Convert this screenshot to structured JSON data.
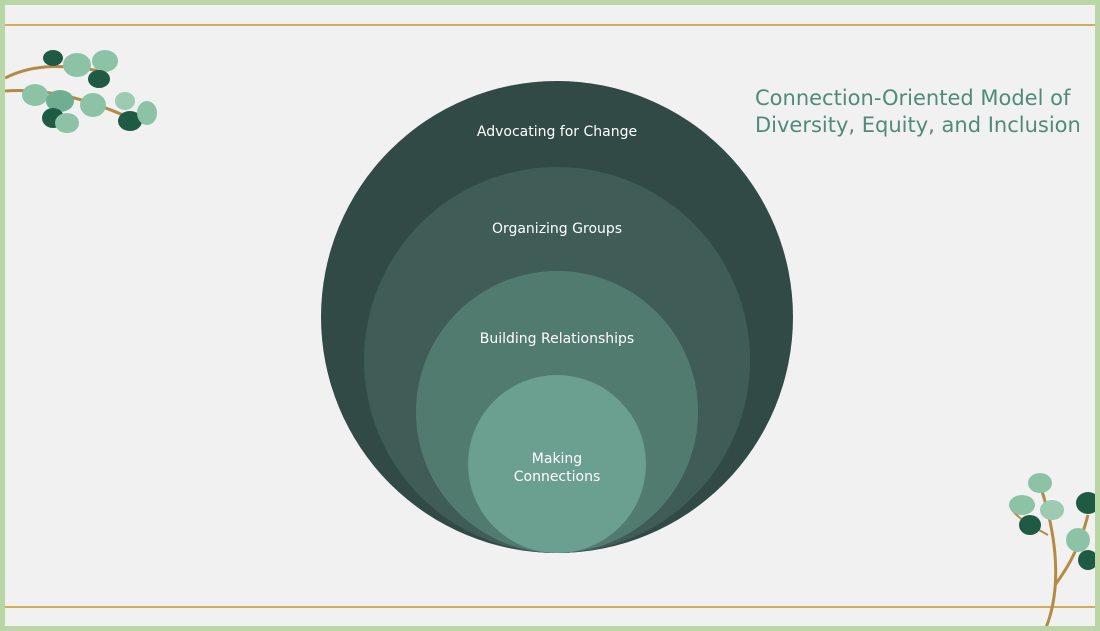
{
  "slide": {
    "title_lines": [
      "Connection-Oriented Model of",
      "Diversity, Equity, and Inclusion"
    ]
  },
  "diagram": {
    "rings": [
      {
        "label_lines": [
          "Advocating for Change"
        ],
        "color": "#324a45"
      },
      {
        "label_lines": [
          "Organizing Groups"
        ],
        "color": "#3f5c56"
      },
      {
        "label_lines": [
          "Building Relationships"
        ],
        "color": "#527b70"
      },
      {
        "label_lines": [
          "Making",
          "Connections"
        ],
        "color": "#6b9f90"
      }
    ]
  },
  "colors": {
    "background": "#f1f1f1",
    "frame": "#b9d6a6",
    "rule": "#d4ad5a",
    "title": "#4f8a7a",
    "leaf_light": "#8cc3a6",
    "leaf_dark": "#1f5a45",
    "stem": "#b48a45"
  },
  "decor": {
    "top_left": "eucalyptus-branch-icon",
    "bottom_right": "eucalyptus-branch-icon"
  }
}
